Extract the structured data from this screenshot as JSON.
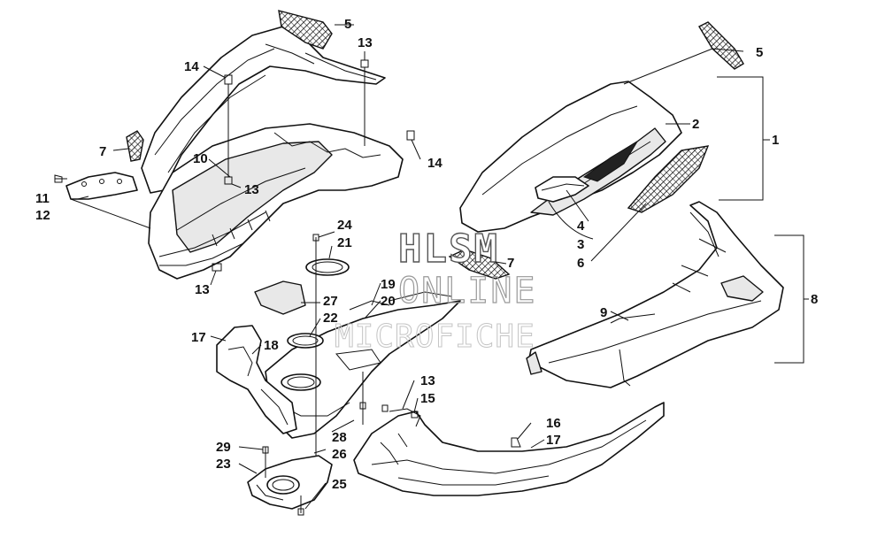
{
  "watermark": {
    "line1": "HLSM",
    "line2": "ONLINE",
    "line3": "MICROFICHE"
  },
  "callouts": {
    "c1": "1",
    "c2": "2",
    "c3": "3",
    "c4": "4",
    "c5a": "5",
    "c5b": "5",
    "c6": "6",
    "c7a": "7",
    "c7b": "7",
    "c8": "8",
    "c9": "9",
    "c10": "10",
    "c11": "11",
    "c12": "12",
    "c13a": "13",
    "c13b": "13",
    "c13c": "13",
    "c13d": "13",
    "c14a": "14",
    "c14b": "14",
    "c15": "15",
    "c16": "16",
    "c17a": "17",
    "c17b": "17",
    "c18": "18",
    "c19": "19",
    "c20": "20",
    "c21": "21",
    "c22": "22",
    "c23": "23",
    "c24": "24",
    "c25": "25",
    "c26": "26",
    "c27": "27",
    "c28": "28",
    "c29": "29"
  }
}
